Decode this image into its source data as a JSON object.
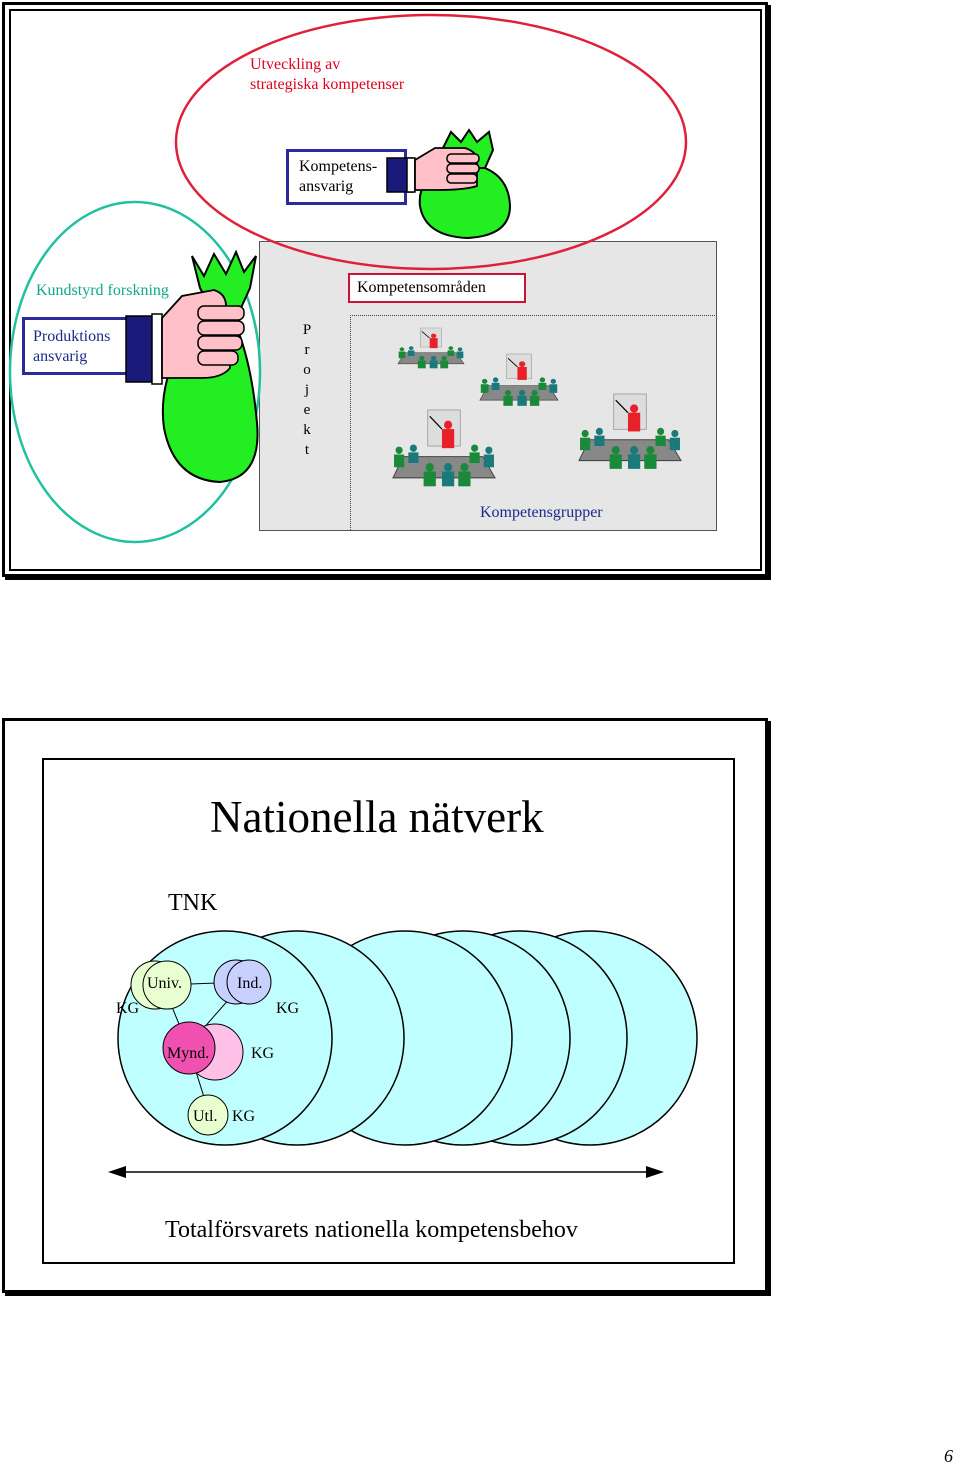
{
  "slide1": {
    "title": "Utveckling av strategiska kompetenser",
    "title_line1": "Utveckling av",
    "title_line2": "strategiska kompetenser",
    "kompetensansvarig_line1": "Kompetens-",
    "kompetensansvarig_line2": "ansvarig",
    "kundstyrd": "Kundstyrd forskning",
    "produktions_line1": "Produktions",
    "produktions_line2": "ansvarig",
    "projekt_letters": [
      "P",
      "r",
      "o",
      "j",
      "e",
      "k",
      "t"
    ],
    "kompetensomraden": "Kompetensområden",
    "kompetensgrupper": "Kompetensgrupper"
  },
  "slide2": {
    "title": "Nationella nätverk",
    "tnk": "TNK",
    "nodes": {
      "univ": "Univ.",
      "ind": "Ind.",
      "mynd": "Mynd.",
      "utl": "Utl."
    },
    "kg_label": "KG",
    "footer": "Totalförsvarets nationella kompetensbehov"
  },
  "page_number": "6",
  "colors": {
    "red_outline": "#e0203a",
    "green_outline": "#20c0a0",
    "navy": "#2a2a9a",
    "bag_green": "#22ee22",
    "hand_pink": "#ffc0c8",
    "cyan_circle": "#c0ffff",
    "light_green_node": "#e8ffd0",
    "lavender_node": "#c8d0ff",
    "magenta_node": "#f050b0",
    "pink_node": "#ffc0e8"
  }
}
